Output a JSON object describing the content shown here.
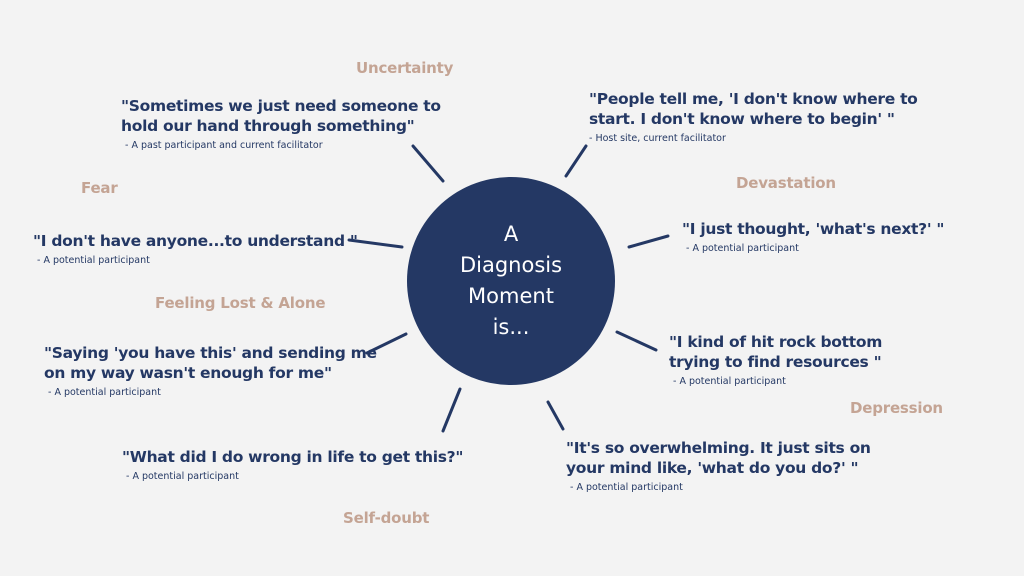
{
  "center": {
    "lines": [
      "A",
      "Diagnosis",
      "Moment",
      "is..."
    ]
  },
  "emotions": {
    "uncertainty": "Uncertainty",
    "devastation": "Devastation",
    "fear": "Fear",
    "feeling_lost": "Feeling Lost & Alone",
    "depression": "Depression",
    "self_doubt": "Self-doubt"
  },
  "quotes": [
    {
      "lines": [
        "\"Sometimes we just need someone to",
        "hold our hand through something\""
      ],
      "attribution": "- A past participant and current facilitator"
    },
    {
      "lines": [
        "\"People tell me, 'I don't know where to",
        "start. I don't know where to begin' \""
      ],
      "attribution": "- Host site, current facilitator"
    },
    {
      "lines": [
        "\"I don't have anyone...to understand \""
      ],
      "attribution": "- A potential participant"
    },
    {
      "lines": [
        "\"I just thought, 'what's next?' \""
      ],
      "attribution": "- A potential participant"
    },
    {
      "lines": [
        "\"Saying 'you have this' and sending me",
        "on my way wasn't enough for me\""
      ],
      "attribution": "- A potential participant"
    },
    {
      "lines": [
        "\"I kind of hit rock bottom",
        "trying to find resources \""
      ],
      "attribution": "- A potential participant"
    },
    {
      "lines": [
        "\"What did I do wrong in life to get this?\""
      ],
      "attribution": "- A potential participant"
    },
    {
      "lines": [
        "\"It's so overwhelming. It just sits on",
        "your mind like, 'what do you do?' \""
      ],
      "attribution": "- A potential participant"
    }
  ],
  "colors": {
    "background": "#f3f3f3",
    "navy": "#243864",
    "tan": "#c4a494"
  }
}
